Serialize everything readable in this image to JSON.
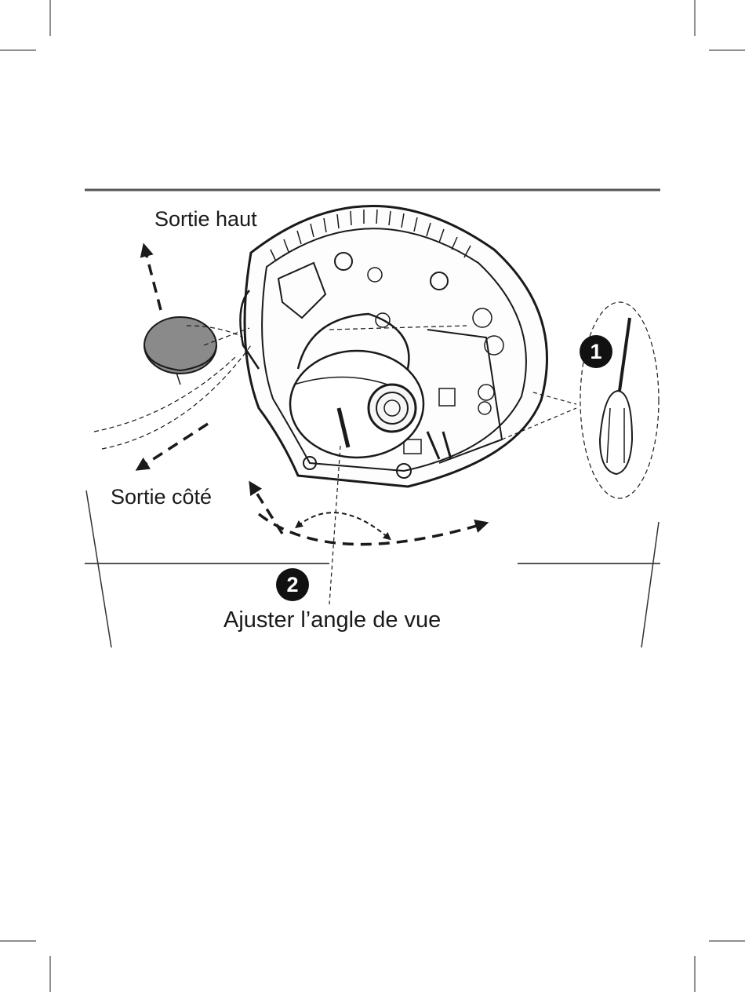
{
  "labels": {
    "exit_top": "Sortie haut",
    "exit_side": "Sortie côté",
    "adjust_angle": "Ajuster l’angle de vue"
  },
  "steps": {
    "step1": "1",
    "step2": "2"
  },
  "icons": {
    "screwdriver": "screwdriver-icon",
    "rotation_arrows": "rotation-arrow-icon"
  },
  "colors": {
    "line": "#1a1a1a",
    "rule": "#555555",
    "cap": "#8a8a8a",
    "background": "#ffffff"
  }
}
